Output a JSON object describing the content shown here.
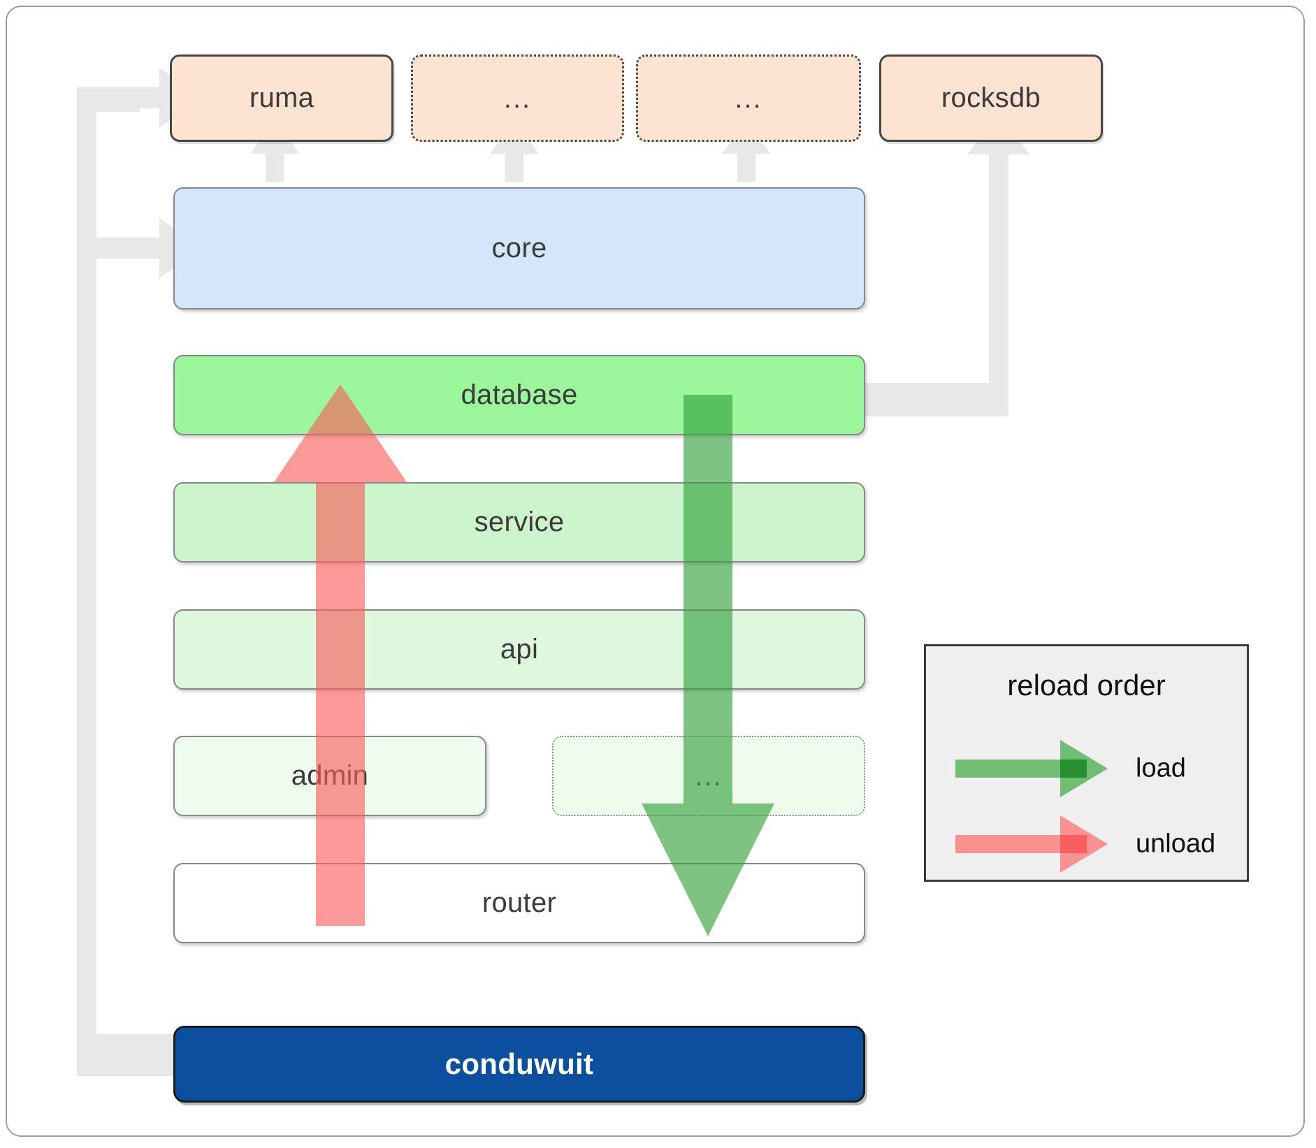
{
  "diagram": {
    "title": "conduwuit crate dependency / reload order diagram",
    "dependency_boxes": [
      {
        "label": "ruma",
        "style": "solid"
      },
      {
        "label": "...",
        "style": "dotted"
      },
      {
        "label": "...",
        "style": "dotted"
      },
      {
        "label": "rocksdb",
        "style": "solid"
      }
    ],
    "layers": [
      {
        "label": "core",
        "style": "core"
      },
      {
        "label": "database",
        "style": "db"
      },
      {
        "label": "service",
        "style": "service"
      },
      {
        "label": "api",
        "style": "api"
      },
      {
        "label": "admin",
        "style": "admin"
      },
      {
        "label": "...",
        "style": "dots"
      },
      {
        "label": "router",
        "style": "router"
      }
    ],
    "app": {
      "label": "conduwuit"
    },
    "legend": {
      "title": "reload order",
      "entries": [
        {
          "label": "load",
          "color": "#4caf50",
          "direction": "down"
        },
        {
          "label": "unload",
          "color": "#fa8080",
          "direction": "up"
        }
      ]
    },
    "colors": {
      "dependency_fill": "#fde3d2",
      "core_fill": "#d3e6fb",
      "database_fill": "#9cf79c",
      "service_fill": "#ccf5cc",
      "api_fill": "#ddf8dd",
      "admin_fill": "#edfcec",
      "router_fill": "#ffffff",
      "app_fill": "#0b4f9e",
      "connector": "#e8e8e8",
      "load_arrow": "#4caf50",
      "unload_arrow": "#fa8080",
      "legend_bg": "#efefef"
    }
  }
}
